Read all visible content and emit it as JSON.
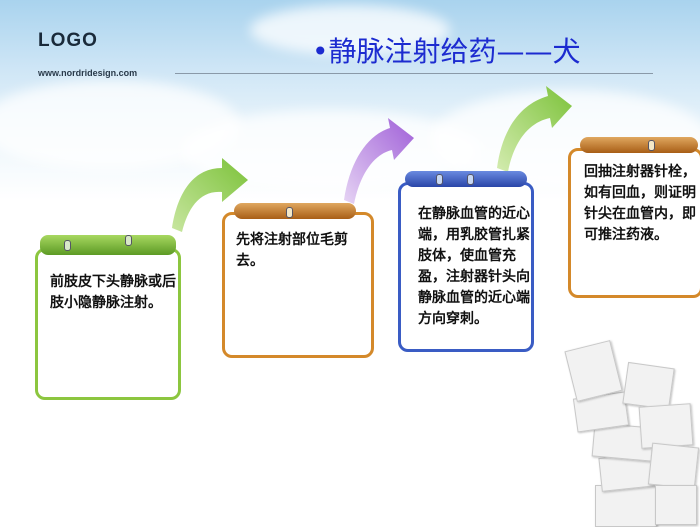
{
  "header": {
    "logo": "LOGO",
    "url": "www.nordridesign.com",
    "title": "•静脉注射给药——犬"
  },
  "steps": [
    {
      "text": "前肢皮下头静脉或后肢小隐静脉注射。",
      "color": "#8cc63f"
    },
    {
      "text": "先将注射部位毛剪去。",
      "color": "#d4892a"
    },
    {
      "text": "在静脉血管的近心端，用乳胶管扎紧肢体，使血管充盈，注射器针头向静脉血管的近心端方向穿刺。",
      "color": "#3a5cc4"
    },
    {
      "text": "回抽注射器针栓，如有回血，则证明针尖在血管内，即可推注药液。",
      "color": "#d4892a"
    }
  ]
}
